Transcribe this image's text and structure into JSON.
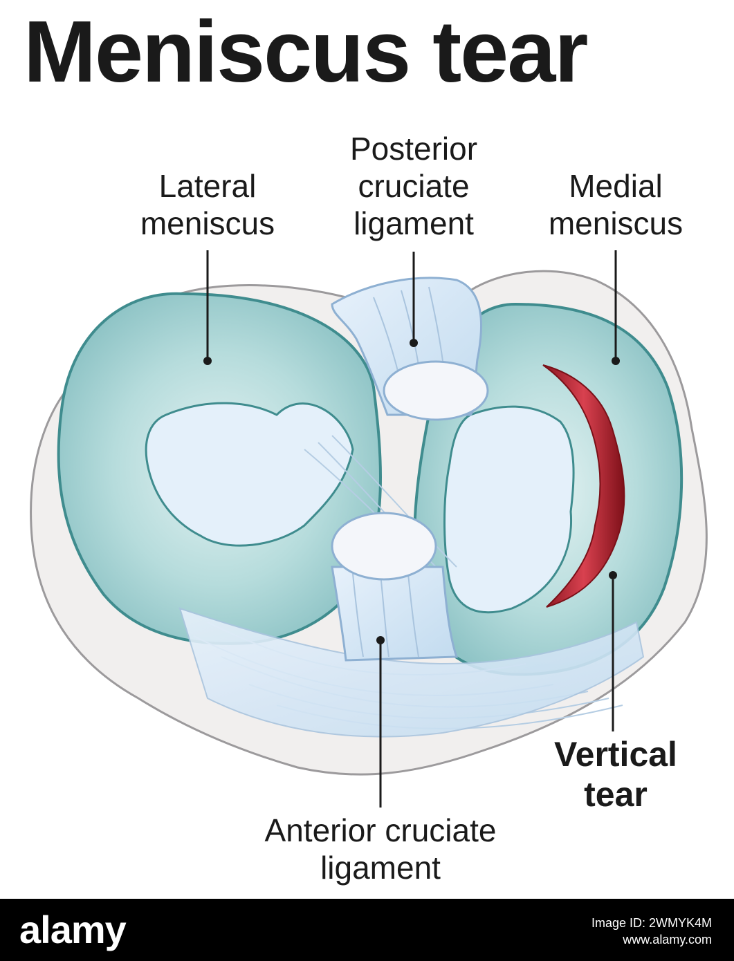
{
  "title": "Meniscus tear",
  "labels": {
    "lateral_meniscus": [
      "Lateral",
      "meniscus"
    ],
    "posterior_cruciate_ligament": [
      "Posterior",
      "cruciate",
      "ligament"
    ],
    "medial_meniscus": [
      "Medial",
      "meniscus"
    ],
    "vertical_tear": [
      "Vertical",
      "tear"
    ],
    "anterior_cruciate_ligament": [
      "Anterior cruciate",
      "ligament"
    ]
  },
  "footer": {
    "brand": "alamy",
    "image_id": "Image ID: 2WMYK4M",
    "site": "www.alamy.com"
  },
  "colors": {
    "meniscus": "#a8d3d4",
    "meniscus_outline": "#3f8c8e",
    "ligament": "#cfe4f5",
    "tibia": "#f1efee",
    "tear": "#b3222e",
    "footer_bg": "#000000"
  }
}
